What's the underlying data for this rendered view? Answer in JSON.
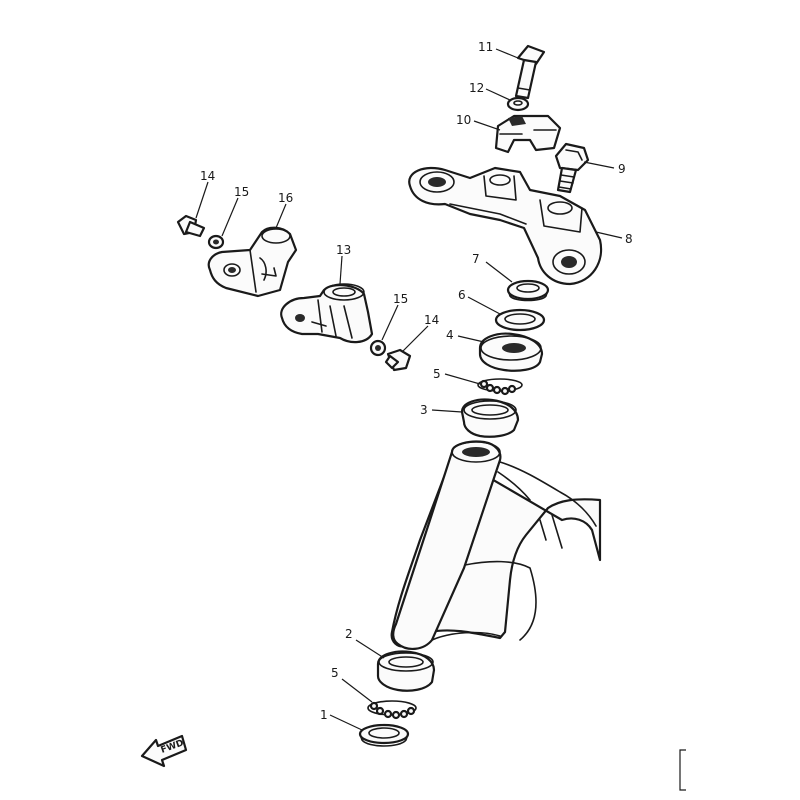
{
  "diagram": {
    "fwd_label": "FWD",
    "footer_text": "",
    "callouts": [
      {
        "id": "c11",
        "label": "11"
      },
      {
        "id": "c12",
        "label": "12"
      },
      {
        "id": "c10",
        "label": "10"
      },
      {
        "id": "c9",
        "label": "9"
      },
      {
        "id": "c8",
        "label": "8"
      },
      {
        "id": "c7",
        "label": "7"
      },
      {
        "id": "c6",
        "label": "6"
      },
      {
        "id": "c4",
        "label": "4"
      },
      {
        "id": "c5a",
        "label": "5"
      },
      {
        "id": "c3",
        "label": "3"
      },
      {
        "id": "c14a",
        "label": "14"
      },
      {
        "id": "c15a",
        "label": "15"
      },
      {
        "id": "c16",
        "label": "16"
      },
      {
        "id": "c13",
        "label": "13"
      },
      {
        "id": "c15b",
        "label": "15"
      },
      {
        "id": "c14b",
        "label": "14"
      },
      {
        "id": "c2",
        "label": "2"
      },
      {
        "id": "c5b",
        "label": "5"
      },
      {
        "id": "c1",
        "label": "1"
      }
    ]
  }
}
